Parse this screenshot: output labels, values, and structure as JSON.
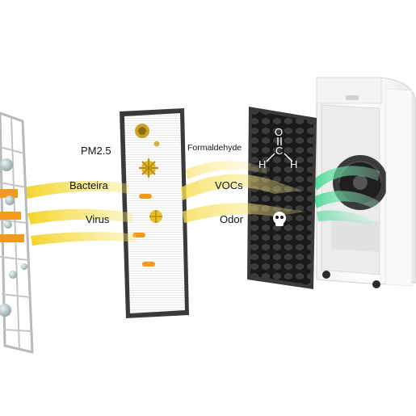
{
  "labels": {
    "pm25": "PM2.5",
    "bacteria": "Bacteira",
    "virus": "Virus",
    "formaldehyde": "Formaldehyde",
    "vocs": "VOCs",
    "odor": "Odor"
  },
  "molecule": {
    "atom_top": "O",
    "atom_center": "C",
    "atom_left": "H",
    "atom_right": "H"
  },
  "colors": {
    "airflow_yellow": "#f3d21d",
    "clean_air_green": "#35d68a",
    "prefilter_orange": "#f29a1c",
    "carbon_filter": "#2b2b2b",
    "frame_dark": "#3a3a3a"
  },
  "icons": [
    "pre-filter-mesh",
    "hepa-filter",
    "carbon-filter",
    "purifier-unit",
    "airflow-streams",
    "formaldehyde-molecule",
    "skull-icon"
  ]
}
